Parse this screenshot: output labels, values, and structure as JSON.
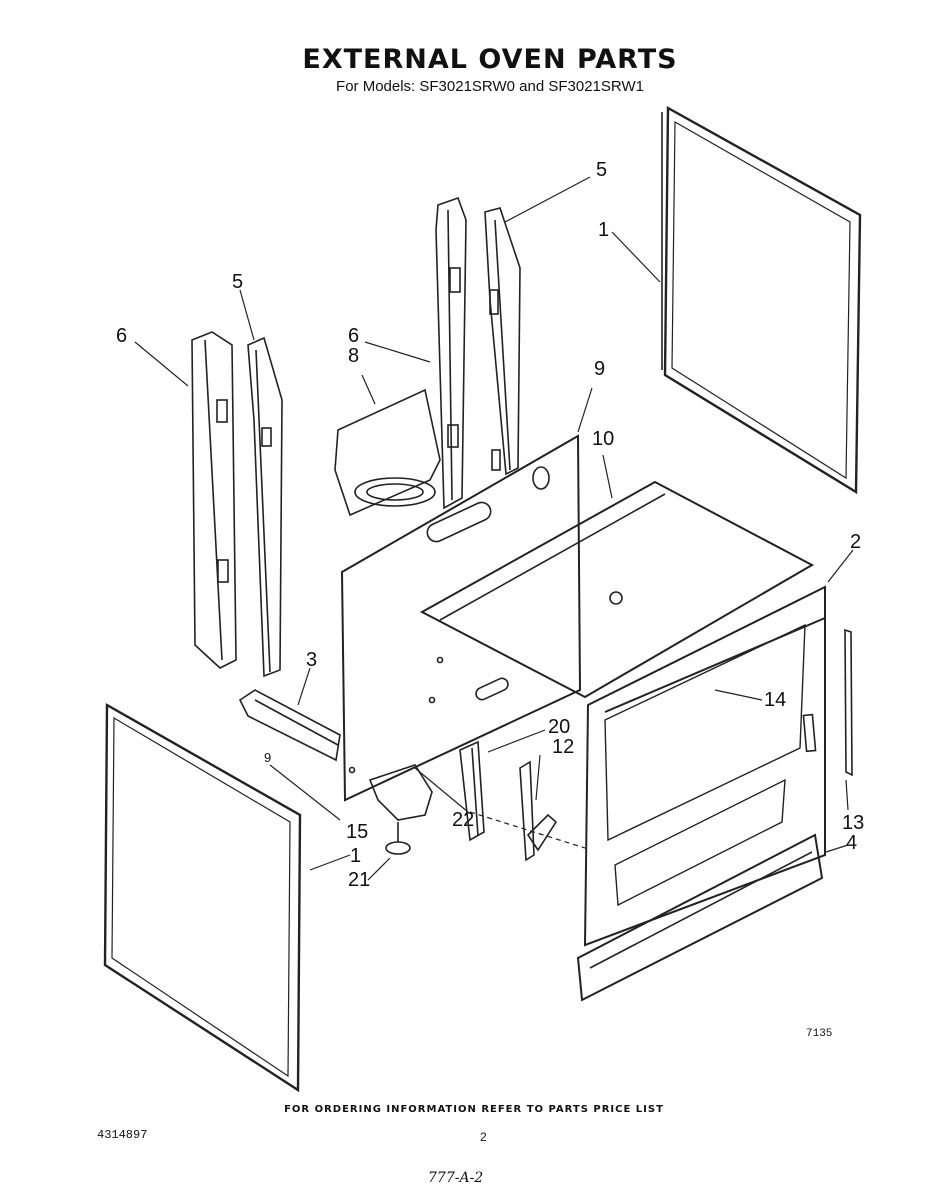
{
  "header": {
    "title": "EXTERNAL OVEN PARTS",
    "subtitle": "For Models: SF3021SRW0 and SF3021SRW1"
  },
  "callouts": {
    "c1a": "1",
    "c1b": "1",
    "c2": "2",
    "c3": "3",
    "c4": "4",
    "c5a": "5",
    "c5b": "5",
    "c6a": "6",
    "c6b": "6",
    "c8": "8",
    "c9a": "9",
    "c9b": "9",
    "c10": "10",
    "c12": "12",
    "c13": "13",
    "c14": "14",
    "c15": "15",
    "c20": "20",
    "c21": "21",
    "c22": "22"
  },
  "figure_number": "7135",
  "footer": {
    "ordering_note": "FOR ORDERING INFORMATION REFER TO PARTS PRICE LIST",
    "part_number": "4314897",
    "page_number": "2",
    "handwritten_note": "777-A-2"
  }
}
